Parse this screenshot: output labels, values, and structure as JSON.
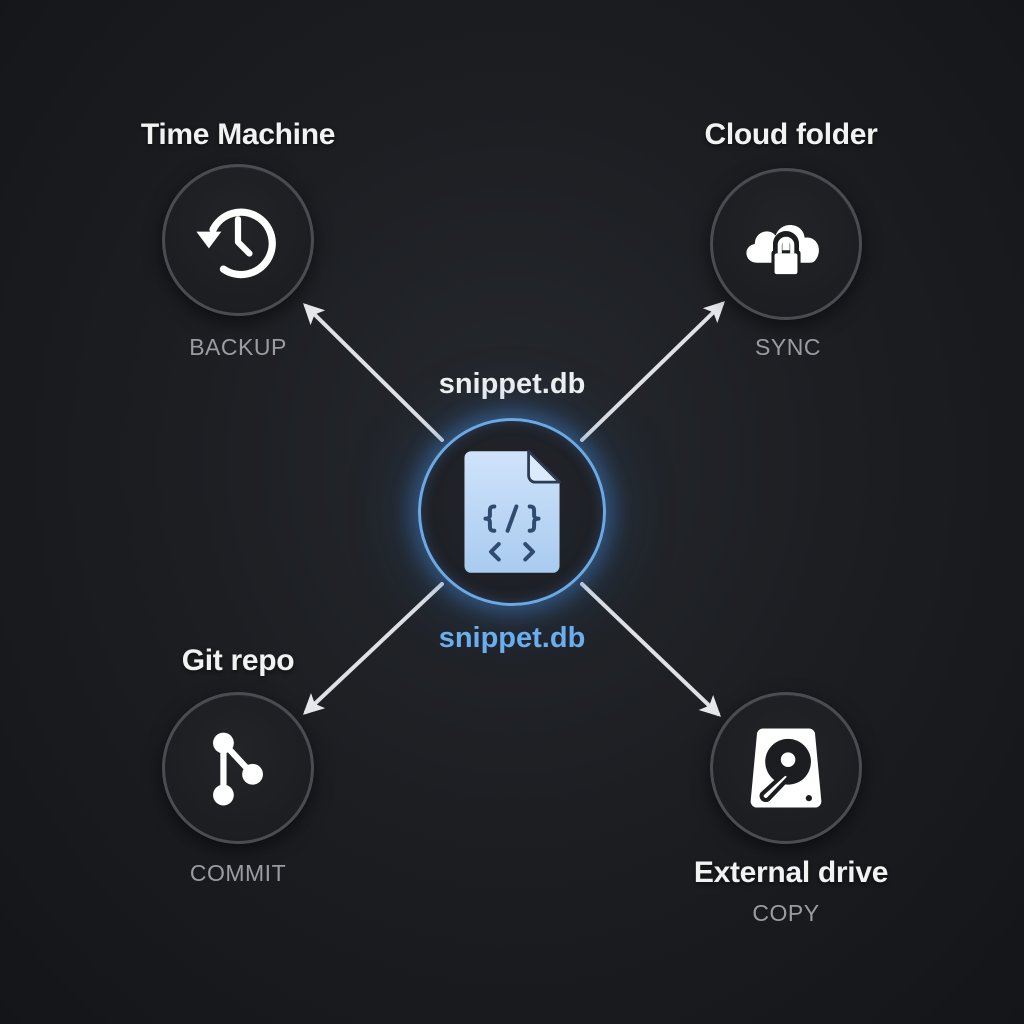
{
  "diagram": {
    "center": {
      "label_top": "snippet.db",
      "label_bottom": "snippet.db",
      "icon": "code-file-icon",
      "accent_color": "#6aa8e8"
    },
    "destinations": [
      {
        "id": "time-machine",
        "title": "Time Machine",
        "action": "BACKUP",
        "icon": "history-clock-icon",
        "position": "top-left"
      },
      {
        "id": "cloud-folder",
        "title": "Cloud folder",
        "action": "SYNC",
        "icon": "cloud-lock-icon",
        "position": "top-right"
      },
      {
        "id": "git-repo",
        "title": "Git repo",
        "action": "COMMIT",
        "icon": "git-branch-icon",
        "position": "bottom-left"
      },
      {
        "id": "external-drive",
        "title": "External drive",
        "action": "COPY",
        "icon": "hard-drive-icon",
        "position": "bottom-right"
      }
    ],
    "edges": [
      {
        "from": "snippet.db",
        "to": "Time Machine",
        "direction": "outward"
      },
      {
        "from": "snippet.db",
        "to": "Cloud folder",
        "direction": "outward"
      },
      {
        "from": "snippet.db",
        "to": "Git repo",
        "direction": "outward"
      },
      {
        "from": "snippet.db",
        "to": "External drive",
        "direction": "outward"
      }
    ],
    "colors": {
      "background": "#1c1e22",
      "node_border": "#4a4c51",
      "arrow": "#e6e8ec",
      "title_text": "#f2f2f2",
      "action_text": "#9a9ca1",
      "center_label_accent": "#6aaef0"
    }
  }
}
